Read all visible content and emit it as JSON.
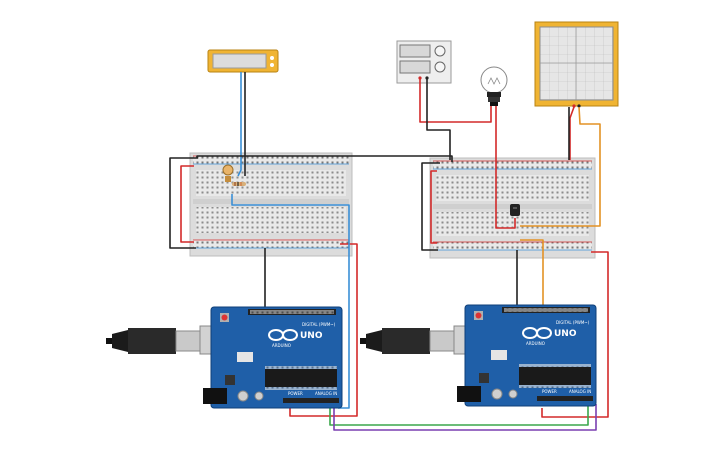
{
  "circuit": {
    "left_arduino": {
      "brand": "ARDUINO",
      "model": "UNO",
      "header_digital": "DIGITAL (PWM~)",
      "header_power": "POWER",
      "header_analog": "ANALOG IN"
    },
    "right_arduino": {
      "brand": "ARDUINO",
      "model": "UNO",
      "header_digital": "DIGITAL (PWM~)",
      "header_power": "POWER",
      "header_analog": "ANALOG IN"
    }
  },
  "wire_colors": {
    "red": "#d32a2a",
    "black": "#222222",
    "blue": "#3a8fd6",
    "green": "#3aa64b",
    "purple": "#7a3fb0",
    "orange": "#e39225"
  },
  "board_color": "#1f5fa8",
  "lcd_color": "#f0b433"
}
